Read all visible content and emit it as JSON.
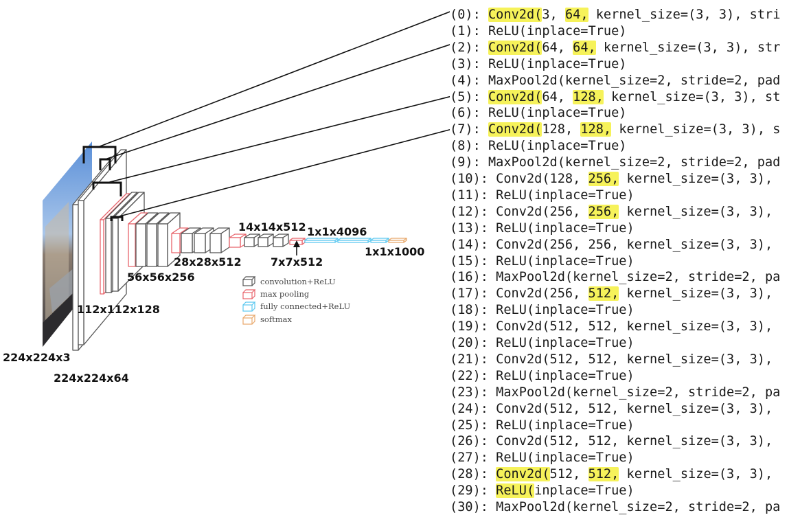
{
  "diagram": {
    "dimension_labels": [
      {
        "key": "input",
        "text": "224x224x3"
      },
      {
        "key": "conv1",
        "text": "224x224x64"
      },
      {
        "key": "conv2",
        "text": "112x112x128"
      },
      {
        "key": "conv3",
        "text": "56x56x256"
      },
      {
        "key": "conv4",
        "text": "28x28x512"
      },
      {
        "key": "conv5",
        "text": "14x14x512"
      },
      {
        "key": "pool5",
        "text": "7x7x512"
      },
      {
        "key": "fc",
        "text": "1x1x4096"
      },
      {
        "key": "softmax",
        "text": "1x1x1000"
      }
    ],
    "legend": [
      {
        "label": "convolution+ReLU",
        "color": "#555555"
      },
      {
        "label": "max pooling",
        "color": "#e8636b"
      },
      {
        "label": "fully connected+ReLU",
        "color": "#5bc8f0"
      },
      {
        "label": "softmax",
        "color": "#e8a86b"
      }
    ],
    "colors": {
      "conv": "#555555",
      "pool": "#e8636b",
      "fc": "#5bc8f0",
      "softmax": "#e8a86b",
      "highlight": "#f6f25a"
    }
  },
  "code": {
    "lines": [
      {
        "index": "0",
        "segments": [
          {
            "t": "(0): "
          },
          {
            "t": "Conv2d(",
            "h": true
          },
          {
            "t": "3, "
          },
          {
            "t": "64,",
            "h": true
          },
          {
            "t": " kernel_size=(3, 3), stri"
          }
        ]
      },
      {
        "index": "1",
        "segments": [
          {
            "t": "(1): ReLU(inplace=True)"
          }
        ]
      },
      {
        "index": "2",
        "segments": [
          {
            "t": "(2): "
          },
          {
            "t": "Conv2d(",
            "h": true
          },
          {
            "t": "64, "
          },
          {
            "t": "64,",
            "h": true
          },
          {
            "t": " kernel_size=(3, 3), str"
          }
        ]
      },
      {
        "index": "3",
        "segments": [
          {
            "t": "(3): ReLU(inplace=True)"
          }
        ]
      },
      {
        "index": "4",
        "segments": [
          {
            "t": "(4): MaxPool2d(kernel_size=2, stride=2, pad"
          }
        ]
      },
      {
        "index": "5",
        "segments": [
          {
            "t": "(5): "
          },
          {
            "t": "Conv2d(",
            "h": true
          },
          {
            "t": "64, "
          },
          {
            "t": "128,",
            "h": true
          },
          {
            "t": " kernel_size=(3, 3), st"
          }
        ]
      },
      {
        "index": "6",
        "segments": [
          {
            "t": "(6): ReLU(inplace=True)"
          }
        ]
      },
      {
        "index": "7",
        "segments": [
          {
            "t": "(7): "
          },
          {
            "t": "Conv2d(",
            "h": true
          },
          {
            "t": "128, "
          },
          {
            "t": "128,",
            "h": true
          },
          {
            "t": " kernel_size=(3, 3), s"
          }
        ]
      },
      {
        "index": "8",
        "segments": [
          {
            "t": "(8): ReLU(inplace=True)"
          }
        ]
      },
      {
        "index": "9",
        "segments": [
          {
            "t": "(9): MaxPool2d(kernel_size=2, stride=2, pad"
          }
        ]
      },
      {
        "index": "10",
        "segments": [
          {
            "t": "(10): Conv2d(128, "
          },
          {
            "t": "256,",
            "h": true
          },
          {
            "t": " kernel_size=(3, 3),"
          }
        ]
      },
      {
        "index": "11",
        "segments": [
          {
            "t": "(11): ReLU(inplace=True)"
          }
        ]
      },
      {
        "index": "12",
        "segments": [
          {
            "t": "(12): Conv2d(256, "
          },
          {
            "t": "256,",
            "h": true
          },
          {
            "t": " kernel_size=(3, 3),"
          }
        ]
      },
      {
        "index": "13",
        "segments": [
          {
            "t": "(13): ReLU(inplace=True)"
          }
        ]
      },
      {
        "index": "14",
        "segments": [
          {
            "t": "(14): Conv2d(256, 256, kernel_size=(3, 3),"
          }
        ]
      },
      {
        "index": "15",
        "segments": [
          {
            "t": "(15): ReLU(inplace=True)"
          }
        ]
      },
      {
        "index": "16",
        "segments": [
          {
            "t": "(16): MaxPool2d(kernel_size=2, stride=2, pa"
          }
        ]
      },
      {
        "index": "17",
        "segments": [
          {
            "t": "(17): Conv2d(256, "
          },
          {
            "t": "512,",
            "h": true
          },
          {
            "t": " kernel_size=(3, 3),"
          }
        ]
      },
      {
        "index": "18",
        "segments": [
          {
            "t": "(18): ReLU(inplace=True)"
          }
        ]
      },
      {
        "index": "19",
        "segments": [
          {
            "t": "(19): Conv2d(512, 512, kernel_size=(3, 3),"
          }
        ]
      },
      {
        "index": "20",
        "segments": [
          {
            "t": "(20): ReLU(inplace=True)"
          }
        ]
      },
      {
        "index": "21",
        "segments": [
          {
            "t": "(21): Conv2d(512, 512, kernel_size=(3, 3),"
          }
        ]
      },
      {
        "index": "22",
        "segments": [
          {
            "t": "(22): ReLU(inplace=True)"
          }
        ]
      },
      {
        "index": "23",
        "segments": [
          {
            "t": "(23): MaxPool2d(kernel_size=2, stride=2, pa"
          }
        ]
      },
      {
        "index": "24",
        "segments": [
          {
            "t": "(24): Conv2d(512, 512, kernel_size=(3, 3),"
          }
        ]
      },
      {
        "index": "25",
        "segments": [
          {
            "t": "(25): ReLU(inplace=True)"
          }
        ]
      },
      {
        "index": "26",
        "segments": [
          {
            "t": "(26): Conv2d(512, 512, kernel_size=(3, 3),"
          }
        ]
      },
      {
        "index": "27",
        "segments": [
          {
            "t": "(27): ReLU(inplace=True)"
          }
        ]
      },
      {
        "index": "28",
        "segments": [
          {
            "t": "(28): "
          },
          {
            "t": "Conv2d(",
            "h": true
          },
          {
            "t": "512, "
          },
          {
            "t": "512,",
            "h": true
          },
          {
            "t": " kernel_size=(3, 3),"
          }
        ]
      },
      {
        "index": "29",
        "segments": [
          {
            "t": "(29): "
          },
          {
            "t": "ReLU(",
            "h": true
          },
          {
            "t": "inplace=True)"
          }
        ]
      },
      {
        "index": "30",
        "segments": [
          {
            "t": "(30): MaxPool2d(kernel_size=2, stride=2, pa"
          }
        ]
      }
    ]
  }
}
